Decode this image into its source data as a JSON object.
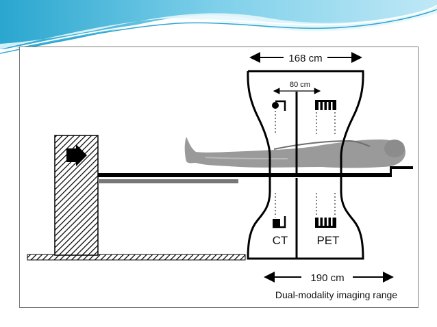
{
  "diagram": {
    "gantry_width_label": "168 cm",
    "detector_separation_label": "80 cm",
    "ct_label": "CT",
    "pet_label": "PET",
    "range_label": "190 cm",
    "caption": "Dual-modality imaging range"
  },
  "colors": {
    "banner_light": "#cfeef8",
    "banner_mid": "#7fd0ea",
    "banner_dark": "#2aa6cf",
    "line": "#000000",
    "table_gray": "#777777",
    "patient_gray": "#9a9a9a"
  },
  "icons": [
    "arrow-right-icon",
    "double-arrow-icon"
  ]
}
